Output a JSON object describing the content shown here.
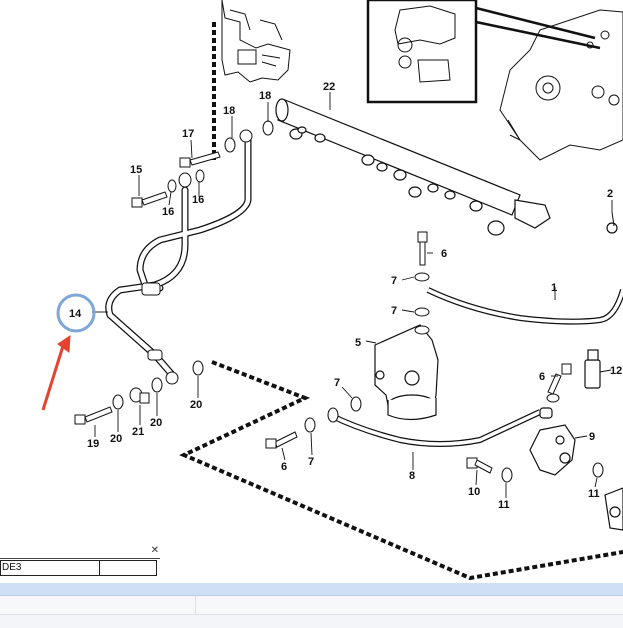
{
  "callouts": [
    {
      "id": "c22",
      "text": "22"
    },
    {
      "id": "c18a",
      "text": "18"
    },
    {
      "id": "c18b",
      "text": "18"
    },
    {
      "id": "c17",
      "text": "17"
    },
    {
      "id": "c15",
      "text": "15"
    },
    {
      "id": "c16a",
      "text": "16"
    },
    {
      "id": "c16b",
      "text": "16"
    },
    {
      "id": "c14",
      "text": "14"
    },
    {
      "id": "c2",
      "text": "2"
    },
    {
      "id": "c6a",
      "text": "6"
    },
    {
      "id": "c7a",
      "text": "7"
    },
    {
      "id": "c7b",
      "text": "7"
    },
    {
      "id": "c1",
      "text": "1"
    },
    {
      "id": "c5",
      "text": "5"
    },
    {
      "id": "c7c",
      "text": "7"
    },
    {
      "id": "c6b",
      "text": "6"
    },
    {
      "id": "c12",
      "text": "12"
    },
    {
      "id": "c9",
      "text": "9"
    },
    {
      "id": "c8",
      "text": "8"
    },
    {
      "id": "c19",
      "text": "19"
    },
    {
      "id": "c20a",
      "text": "20"
    },
    {
      "id": "c21",
      "text": "21"
    },
    {
      "id": "c20b",
      "text": "20"
    },
    {
      "id": "c20c",
      "text": "20"
    },
    {
      "id": "c6c",
      "text": "6"
    },
    {
      "id": "c7d",
      "text": "7"
    },
    {
      "id": "c10",
      "text": "10"
    },
    {
      "id": "c11a",
      "text": "11"
    },
    {
      "id": "c11b",
      "text": "11"
    }
  ],
  "panel": {
    "field_text": "DE3",
    "close_glyph": "✕"
  },
  "colors": {
    "line": "#111111",
    "highlight_circle": "#7ea6d6",
    "arrow": "#e4432f",
    "band_blue": "#cfe0f4"
  }
}
